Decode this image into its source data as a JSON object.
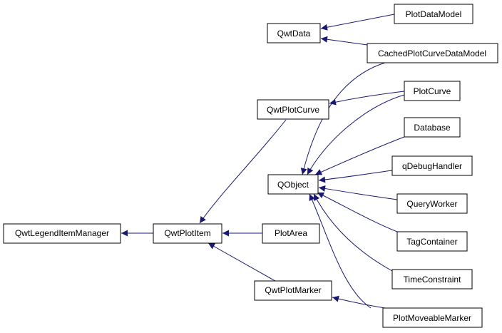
{
  "colors": {
    "edge": "#191970",
    "node_border": "#000000",
    "node_fill": "#ffffff",
    "text": "#000000"
  },
  "nodes": {
    "qwt_legend_item_manager": "QwtLegendItemManager",
    "qwt_plot_item": "QwtPlotItem",
    "qwt_plot_curve": "QwtPlotCurve",
    "qwt_plot_marker": "QwtPlotMarker",
    "qwt_data": "QwtData",
    "qobject": "QObject",
    "plot_area": "PlotArea",
    "plot_data_model": "PlotDataModel",
    "cached_plot_curve_data_model": "CachedPlotCurveDataModel",
    "plot_curve": "PlotCurve",
    "database": "Database",
    "q_debug_handler": "qDebugHandler",
    "query_worker": "QueryWorker",
    "tag_container": "TagContainer",
    "time_constraint": "TimeConstraint",
    "plot_moveable_marker": "PlotMoveableMarker"
  },
  "edges": [
    {
      "from": "qwt_plot_item",
      "to": "qwt_legend_item_manager"
    },
    {
      "from": "plot_area",
      "to": "qwt_plot_item"
    },
    {
      "from": "qwt_plot_curve",
      "to": "qwt_plot_item"
    },
    {
      "from": "qwt_plot_marker",
      "to": "qwt_plot_item"
    },
    {
      "from": "plot_data_model",
      "to": "qwt_data"
    },
    {
      "from": "cached_plot_curve_data_model",
      "to": "qwt_data"
    },
    {
      "from": "plot_curve",
      "to": "qwt_plot_curve"
    },
    {
      "from": "plot_moveable_marker",
      "to": "qwt_plot_marker"
    },
    {
      "from": "cached_plot_curve_data_model",
      "to": "qobject"
    },
    {
      "from": "plot_curve",
      "to": "qobject"
    },
    {
      "from": "database",
      "to": "qobject"
    },
    {
      "from": "q_debug_handler",
      "to": "qobject"
    },
    {
      "from": "query_worker",
      "to": "qobject"
    },
    {
      "from": "tag_container",
      "to": "qobject"
    },
    {
      "from": "time_constraint",
      "to": "qobject"
    },
    {
      "from": "plot_moveable_marker",
      "to": "qobject"
    }
  ]
}
